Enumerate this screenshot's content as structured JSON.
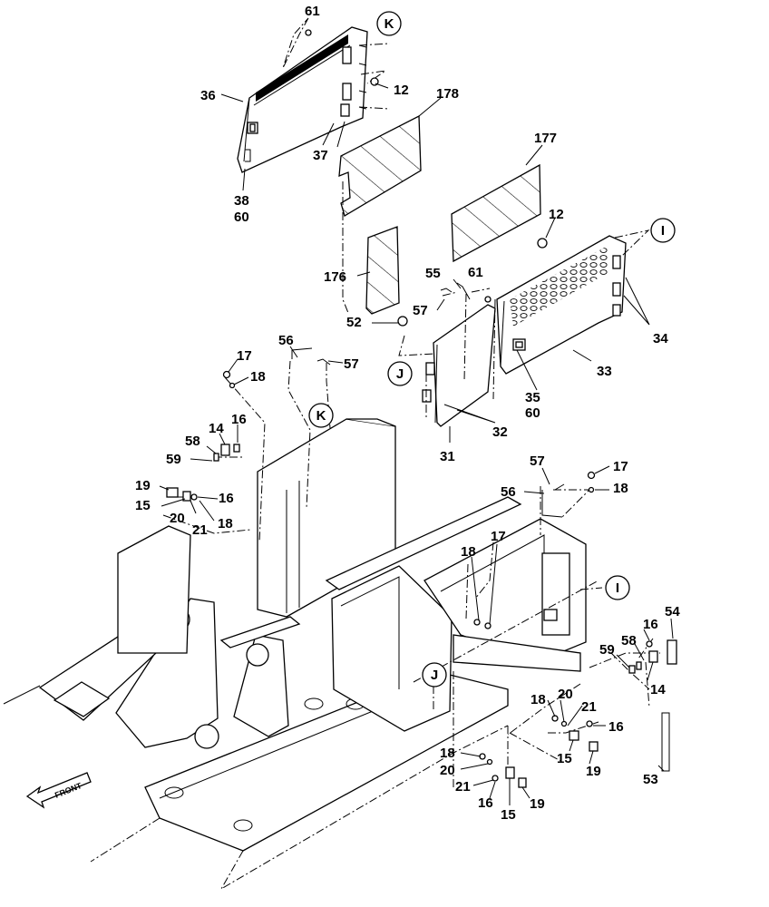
{
  "diagram": {
    "callouts": [
      {
        "id": "c61a",
        "text": "61"
      },
      {
        "id": "c36",
        "text": "36"
      },
      {
        "id": "c12a",
        "text": "12"
      },
      {
        "id": "c178",
        "text": "178"
      },
      {
        "id": "c37",
        "text": "37"
      },
      {
        "id": "c38",
        "text": "38"
      },
      {
        "id": "c60a",
        "text": "60"
      },
      {
        "id": "c177",
        "text": "177"
      },
      {
        "id": "c12b",
        "text": "12"
      },
      {
        "id": "c176",
        "text": "176"
      },
      {
        "id": "c55",
        "text": "55"
      },
      {
        "id": "c61b",
        "text": "61"
      },
      {
        "id": "c57a",
        "text": "57"
      },
      {
        "id": "c52",
        "text": "52"
      },
      {
        "id": "c34",
        "text": "34"
      },
      {
        "id": "c33",
        "text": "33"
      },
      {
        "id": "c35",
        "text": "35"
      },
      {
        "id": "c60b",
        "text": "60"
      },
      {
        "id": "c32",
        "text": "32"
      },
      {
        "id": "c31",
        "text": "31"
      },
      {
        "id": "c56a",
        "text": "56"
      },
      {
        "id": "c57b",
        "text": "57"
      },
      {
        "id": "c17a",
        "text": "17"
      },
      {
        "id": "c18a",
        "text": "18"
      },
      {
        "id": "c14a",
        "text": "14"
      },
      {
        "id": "c16a",
        "text": "16"
      },
      {
        "id": "c58a",
        "text": "58"
      },
      {
        "id": "c59a",
        "text": "59"
      },
      {
        "id": "c19a",
        "text": "19"
      },
      {
        "id": "c16b",
        "text": "16"
      },
      {
        "id": "c15a",
        "text": "15"
      },
      {
        "id": "c20a",
        "text": "20"
      },
      {
        "id": "c18b",
        "text": "18"
      },
      {
        "id": "c21a",
        "text": "21"
      },
      {
        "id": "c57c",
        "text": "57"
      },
      {
        "id": "c17b",
        "text": "17"
      },
      {
        "id": "c56b",
        "text": "56"
      },
      {
        "id": "c18c",
        "text": "18"
      },
      {
        "id": "c18d",
        "text": "18"
      },
      {
        "id": "c17c",
        "text": "17"
      },
      {
        "id": "c54",
        "text": "54"
      },
      {
        "id": "c16c",
        "text": "16"
      },
      {
        "id": "c58b",
        "text": "58"
      },
      {
        "id": "c59b",
        "text": "59"
      },
      {
        "id": "c14b",
        "text": "14"
      },
      {
        "id": "c18e",
        "text": "18"
      },
      {
        "id": "c20b",
        "text": "20"
      },
      {
        "id": "c21b",
        "text": "21"
      },
      {
        "id": "c16d",
        "text": "16"
      },
      {
        "id": "c15b",
        "text": "15"
      },
      {
        "id": "c19b",
        "text": "19"
      },
      {
        "id": "c53",
        "text": "53"
      },
      {
        "id": "c18f",
        "text": "18"
      },
      {
        "id": "c20c",
        "text": "20"
      },
      {
        "id": "c21c",
        "text": "21"
      },
      {
        "id": "c16e",
        "text": "16"
      },
      {
        "id": "c15c",
        "text": "15"
      },
      {
        "id": "c19c",
        "text": "19"
      }
    ],
    "view_markers": [
      {
        "id": "mK1",
        "text": "K"
      },
      {
        "id": "mI1",
        "text": "I"
      },
      {
        "id": "mJ1",
        "text": "J"
      },
      {
        "id": "mK2",
        "text": "K"
      },
      {
        "id": "mI2",
        "text": "I"
      },
      {
        "id": "mJ2",
        "text": "J"
      }
    ],
    "front_arrow_label": "FRONT"
  }
}
